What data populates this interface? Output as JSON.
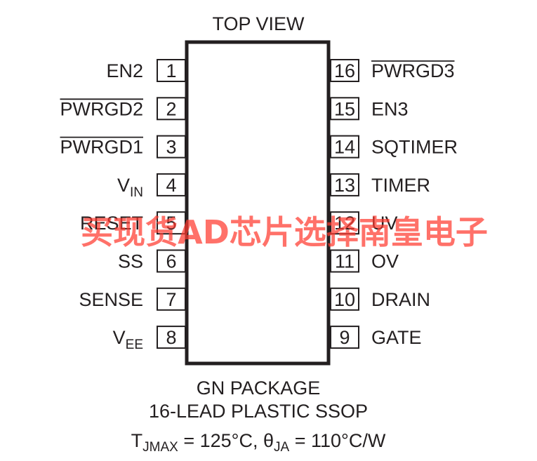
{
  "title": "TOP VIEW",
  "package": {
    "name": "GN PACKAGE",
    "lead": "16-LEAD PLASTIC SSOP",
    "thermal": {
      "t_main": "T",
      "t_sub": "JMAX",
      "t_val": " = 125°C, ",
      "theta_main": "θ",
      "theta_sub": "JA",
      "theta_val": " = 110°C/W"
    }
  },
  "pins_left": [
    {
      "num": "1",
      "name": "EN2",
      "overline": false
    },
    {
      "num": "2",
      "name": "PWRGD2",
      "overline": true
    },
    {
      "num": "3",
      "name": "PWRGD1",
      "overline": true
    },
    {
      "num": "4",
      "name": "V",
      "sub": "IN",
      "overline": false
    },
    {
      "num": "5",
      "name": "RESET",
      "overline": false
    },
    {
      "num": "6",
      "name": "SS",
      "overline": false
    },
    {
      "num": "7",
      "name": "SENSE",
      "overline": false
    },
    {
      "num": "8",
      "name": "V",
      "sub": "EE",
      "overline": false
    }
  ],
  "pins_right": [
    {
      "num": "16",
      "name": "PWRGD3",
      "overline": true
    },
    {
      "num": "15",
      "name": "EN3",
      "overline": false
    },
    {
      "num": "14",
      "name": "SQTIMER",
      "overline": false
    },
    {
      "num": "13",
      "name": "TIMER",
      "overline": false
    },
    {
      "num": "12",
      "name": "UV",
      "overline": false
    },
    {
      "num": "11",
      "name": "OV",
      "overline": false
    },
    {
      "num": "10",
      "name": "DRAIN",
      "overline": false
    },
    {
      "num": "9",
      "name": "GATE",
      "overline": false
    }
  ],
  "watermark": "买现货AD芯片选择南皇电子"
}
